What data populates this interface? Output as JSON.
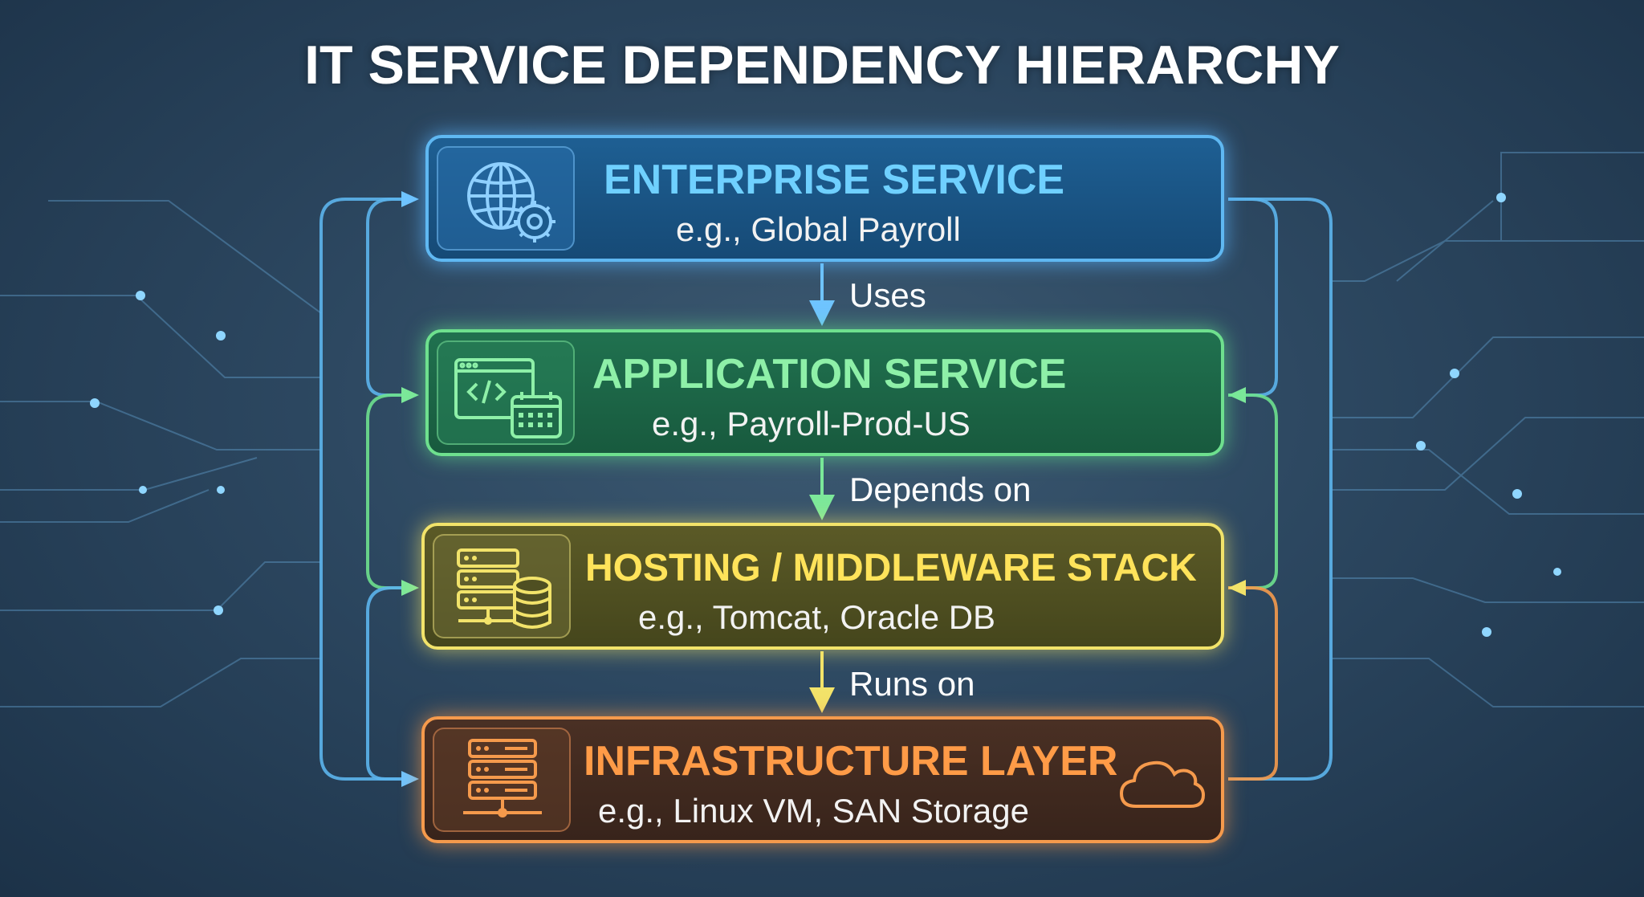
{
  "title": "IT SERVICE DEPENDENCY HIERARCHY",
  "layers": [
    {
      "title": "ENTERPRISE SERVICE",
      "example": "e.g., Global Payroll",
      "icon": "globe-gear-icon",
      "color": "#6fd0ff"
    },
    {
      "title": "APPLICATION SERVICE",
      "example": "e.g., Payroll-Prod-US",
      "icon": "code-window-calendar-icon",
      "color": "#8ef0a8"
    },
    {
      "title": "HOSTING / MIDDLEWARE STACK",
      "example": "e.g., Tomcat, Oracle DB",
      "icon": "server-database-icon",
      "color": "#ffe35a"
    },
    {
      "title": "INFRASTRUCTURE LAYER",
      "example": "e.g., Linux VM, SAN Storage",
      "icon": "server-rack-icon",
      "color": "#ff9b47",
      "extra_icon": "cloud-icon"
    }
  ],
  "relations": [
    {
      "label": "Uses"
    },
    {
      "label": "Depends on"
    },
    {
      "label": "Runs on"
    }
  ]
}
